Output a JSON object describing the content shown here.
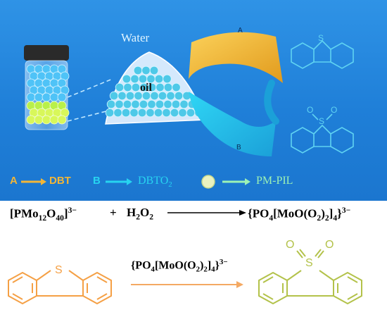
{
  "panel": {
    "water_label": "Water",
    "oil_label": "oil",
    "ribbon_a_label": "A",
    "ribbon_b_label": "B",
    "structure_top_atoms": [
      "S"
    ],
    "structure_bottom_atoms": [
      "O",
      "O",
      "S"
    ]
  },
  "legend": {
    "a_key": "A",
    "a_value": "DBT",
    "b_key": "B",
    "b_value": "DBTO",
    "b_value_sub": "2",
    "c_value": "PM-PIL"
  },
  "equation": {
    "reactant_open": "[PMo",
    "reactant_sub1": "12",
    "reactant_mid": "O",
    "reactant_sub2": "40",
    "reactant_close": "]",
    "reactant_charge": "3−",
    "plus": "+",
    "oxidant": "H",
    "oxidant_sub1": "2",
    "oxidant_o": "O",
    "oxidant_sub2": "2",
    "product_a": "{PO",
    "product_sub1": "4",
    "product_b": "[MoO(O",
    "product_sub2": "2",
    "product_c": ")",
    "product_sub3": "2",
    "product_d": "]",
    "product_sub4": "4",
    "product_e": "}",
    "product_charge": "3−"
  },
  "reaction": {
    "left_atoms": [
      "S"
    ],
    "right_atoms": [
      "O",
      "O",
      "S"
    ],
    "catalyst_a": "{PO",
    "catalyst_sub1": "4",
    "catalyst_b": "[MoO(O",
    "catalyst_sub2": "2",
    "catalyst_c": ")",
    "catalyst_sub3": "2",
    "catalyst_d": "]",
    "catalyst_sub4": "4",
    "catalyst_e": "}",
    "catalyst_charge": "3−"
  },
  "colors": {
    "panel_blue": "#1f80d8",
    "ribbon_a": "#f2b638",
    "ribbon_b": "#27c9ec",
    "dbt_orange": "#f5a045",
    "dbto2_green": "#b3c24a",
    "arrow_orange": "#f4a963",
    "legend_a": "#f2b638",
    "legend_b": "#27d4f0",
    "legend_c": "#9cf2b5"
  }
}
